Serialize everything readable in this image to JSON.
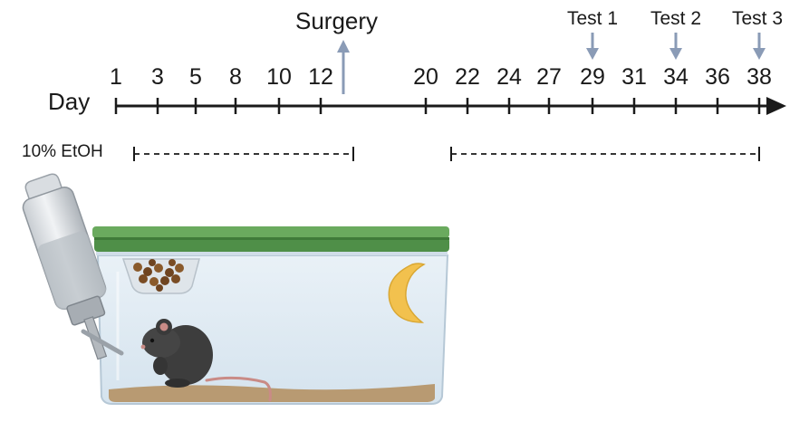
{
  "timeline": {
    "axis_label": "Day",
    "ticks": [
      "1",
      "3",
      "5",
      "8",
      "10",
      "12",
      "20",
      "22",
      "24",
      "27",
      "29",
      "31",
      "34",
      "36",
      "38"
    ],
    "axis_color": "#1a1a1a"
  },
  "events": [
    {
      "label": "Surgery",
      "day": "12"
    },
    {
      "label": "Test 1",
      "day": "29"
    },
    {
      "label": "Test 2",
      "day": "34"
    },
    {
      "label": "Test 3",
      "day": "38"
    }
  ],
  "treatment": {
    "label": "10% EtOH",
    "periods": [
      {
        "start": "1",
        "end": "12"
      },
      {
        "start": "20",
        "end": "38"
      }
    ]
  },
  "colors": {
    "arrow": "#8a9bb6",
    "lid": "#5a9a52",
    "bedding": "#b89a72",
    "moon": "#f2c14e",
    "mouse": "#3d3d3d"
  },
  "icons": [
    "water-bottle-icon",
    "cage-icon",
    "food-pellets-icon",
    "moon-icon",
    "mouse-icon"
  ]
}
